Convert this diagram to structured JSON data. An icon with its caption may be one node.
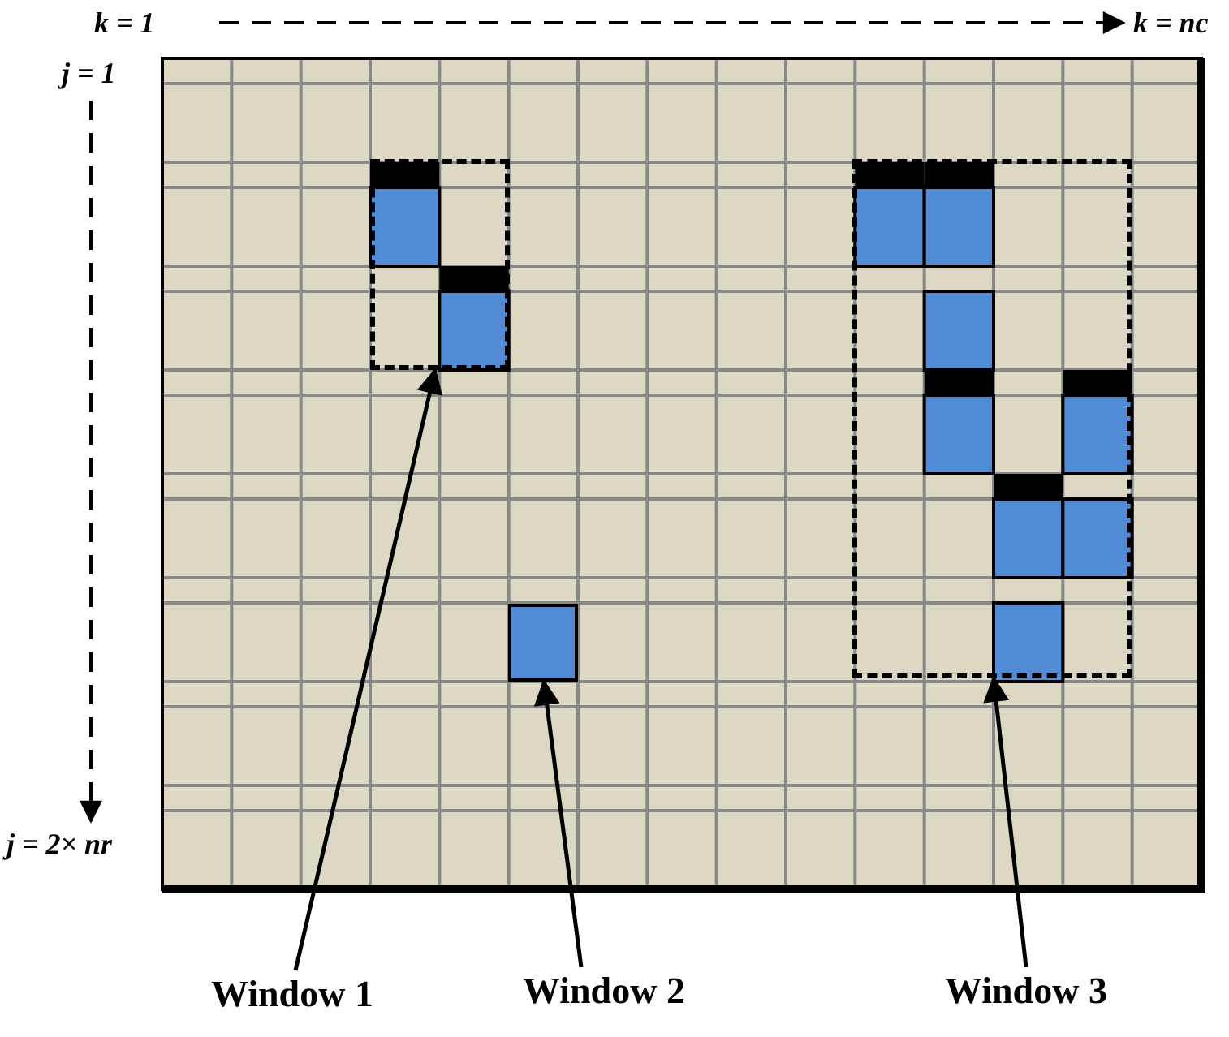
{
  "diagram": {
    "nodes": [
      {
        "text": [],
        "shape": "box"
      },
      {
        "text": [],
        "shape": "box"
      },
      {
        "text": [],
        "shape": "box"
      },
      {
        "text": [
          "Window 1"
        ]
      },
      {
        "text": [
          "Window 2"
        ]
      },
      {
        "text": [
          "Window 3"
        ]
      }
    ],
    "edges": [
      {
        "from": 3,
        "to": 0,
        "arrow": "to"
      },
      {
        "from": 4,
        "to": 2,
        "arrow": "to"
      },
      {
        "from": 5,
        "to": 1,
        "arrow": "to"
      }
    ],
    "labels": [
      "k = 1",
      "k = nc",
      "j = 1",
      "j = 2× nr"
    ]
  }
}
